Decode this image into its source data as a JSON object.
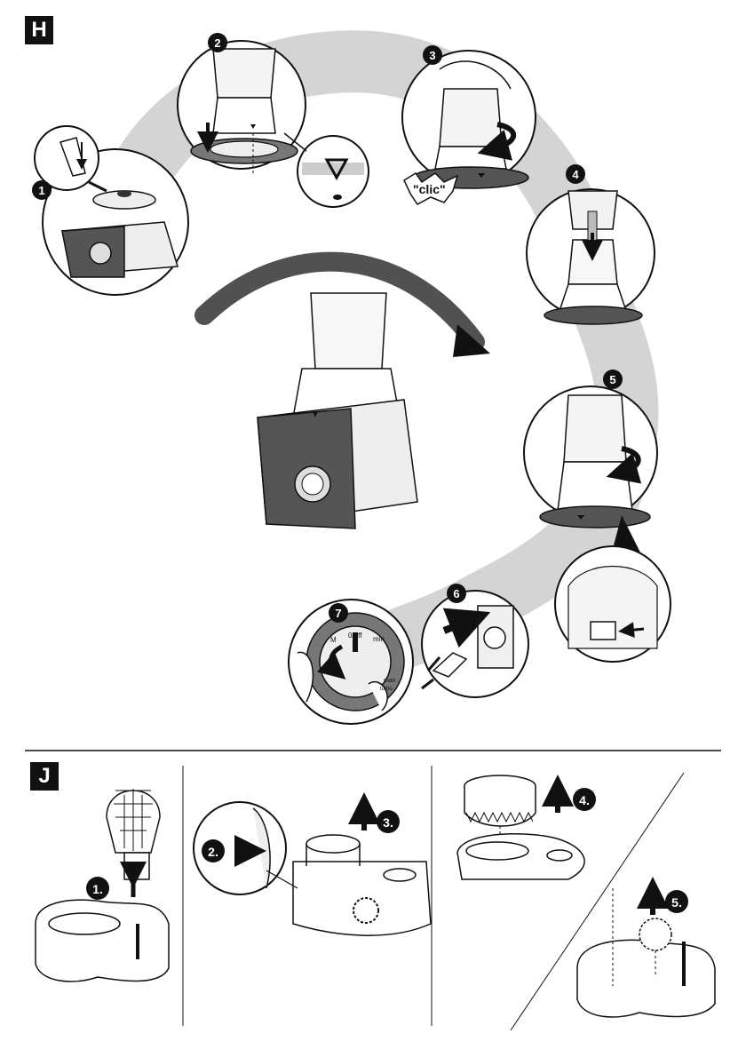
{
  "section_h": {
    "label": "H",
    "steps": [
      {
        "num": "1"
      },
      {
        "num": "2"
      },
      {
        "num": "3"
      },
      {
        "num": "4"
      },
      {
        "num": "5"
      },
      {
        "num": "6"
      },
      {
        "num": "7"
      }
    ],
    "clic_text": "\"clic\"",
    "dial": {
      "m": "M",
      "off": "0/off",
      "min": "min",
      "max": "max",
      "turbo": "turbo"
    }
  },
  "section_j": {
    "label": "J",
    "steps": [
      {
        "num": "1."
      },
      {
        "num": "2."
      },
      {
        "num": "3."
      },
      {
        "num": "4."
      },
      {
        "num": "5."
      }
    ]
  },
  "colors": {
    "ink": "#111111",
    "shade": "#cfcfcf",
    "band": "#d4d4d4",
    "dark": "#555555"
  }
}
